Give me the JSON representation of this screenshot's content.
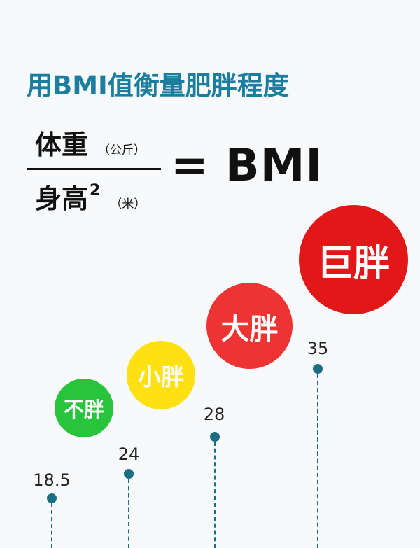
{
  "title": "用BMI值衡量肥胖程度",
  "formula": {
    "numerator": "体重",
    "numerator_unit": "（公斤）",
    "denominator": "身高",
    "denominator_exponent": "2",
    "denominator_unit": "（米）",
    "equals": "=",
    "result": "BMI"
  },
  "categories": [
    {
      "label": "不胖",
      "threshold": "18.5",
      "color": "#27c43c"
    },
    {
      "label": "小胖",
      "threshold": "24",
      "color": "#ffe012"
    },
    {
      "label": "大胖",
      "threshold": "28",
      "color": "#ee3333"
    },
    {
      "label": "巨胖",
      "threshold": "35",
      "color": "#e21818"
    }
  ],
  "marker_color": "#1d6e84",
  "title_color": "#1b7e9e"
}
